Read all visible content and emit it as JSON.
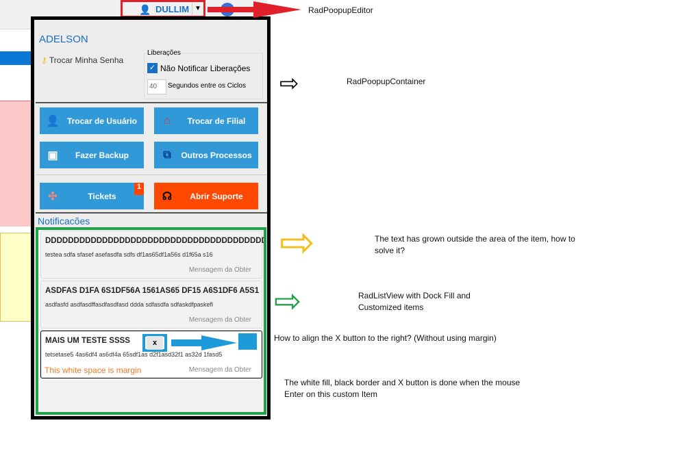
{
  "editor": {
    "user": "DULLIM"
  },
  "popup": {
    "username": "ADELSON",
    "change_password": "Trocar Minha Senha",
    "group_title": "Liberações",
    "dont_notify": "Não Notificar Liberações",
    "dont_notify_checked": true,
    "seconds_value": "40",
    "seconds_label": "Segundos entre os Ciclos",
    "buttons": {
      "switch_user": "Trocar de Usuário",
      "switch_branch": "Trocar de Filial",
      "backup": "Fazer Backup",
      "other": "Outros Processos",
      "tickets": "Tickets",
      "tickets_badge": "1",
      "support": "Abrir Suporte"
    },
    "notifications_title": "Notificacões",
    "items": [
      {
        "title": "DDDDDDDDDDDDDDDDDDDDDDDDDDDDDDDDDDDDDDD",
        "desc": "testea sdfa sfasef asefasdfa sdfs df1as65df1a56s d1f65a s16",
        "source": "Mensagem da Obter"
      },
      {
        "title": "ASDFAS D1FA 6S1DF56A 1561AS65 DF15 A6S1DF6 A5S1",
        "desc": "asdfasfd asdfasdffasdfasdfasd ddda sdfasdfa sdfaskdfpaskefl",
        "source": "Mensagem da Obter"
      },
      {
        "title": "MAIS UM TESTE SSSS",
        "desc": "tetsetase5 4as6df4 as6df4a 65sdf1as d2f1asd32f1 as32d 1fasd5",
        "source": "Mensagem da Obter",
        "close": "x",
        "margin_note": "This white space is margin"
      }
    ]
  },
  "annotations": {
    "editor": "RadPoopupEditor",
    "container": "RadPoopupContainer",
    "overflow": "The text has grown outside the area of the item, how to solve it?",
    "listview": "RadListView with Dock Fill and Customized items",
    "align": "How to align the X button to the right? (Without using margin)",
    "hover": "The white fill, black border and X button is done when the mouse Enter on this custom Item"
  }
}
